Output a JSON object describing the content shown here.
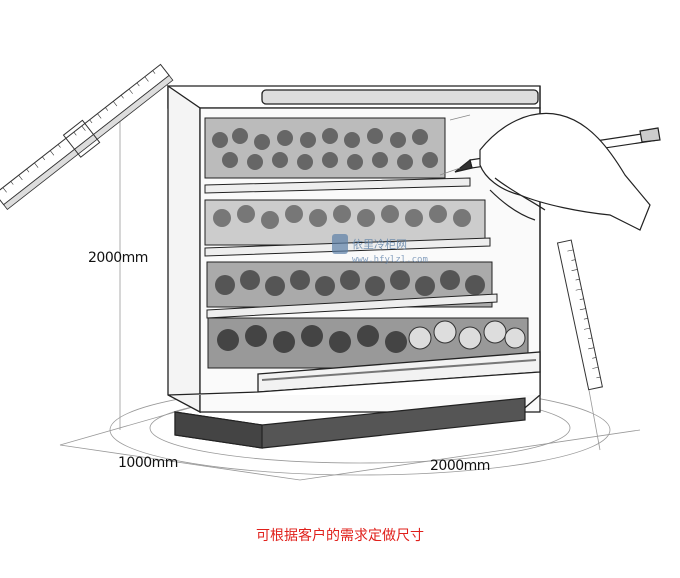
{
  "dimensions": {
    "height": "2000mm",
    "depth": "1000mm",
    "width": "2000mm"
  },
  "caption": "可根据客户的需求定做尺寸",
  "watermark": {
    "brand": "依里冷柜网",
    "url": "www.hfylzl.com"
  },
  "colors": {
    "caption": "#e0201b",
    "ink": "#222222",
    "base": "#555555"
  }
}
